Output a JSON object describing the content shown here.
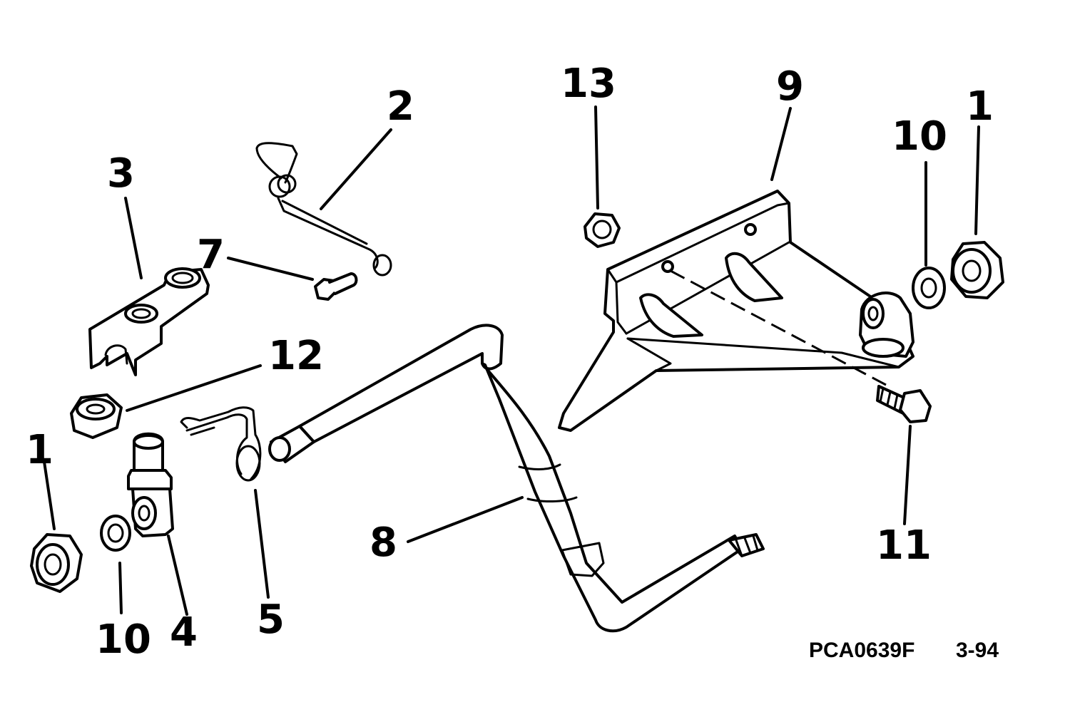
{
  "callouts": [
    {
      "id": "1a",
      "text": "1"
    },
    {
      "id": "1b",
      "text": "1"
    },
    {
      "id": "2",
      "text": "2"
    },
    {
      "id": "3",
      "text": "3"
    },
    {
      "id": "4",
      "text": "4"
    },
    {
      "id": "5",
      "text": "5"
    },
    {
      "id": "7",
      "text": "7"
    },
    {
      "id": "8",
      "text": "8"
    },
    {
      "id": "9",
      "text": "9"
    },
    {
      "id": "10a",
      "text": "10"
    },
    {
      "id": "10b",
      "text": "10"
    },
    {
      "id": "11",
      "text": "11"
    },
    {
      "id": "12",
      "text": "12"
    },
    {
      "id": "13",
      "text": "13"
    }
  ],
  "footer": {
    "part_code": "PCA0639F",
    "date_code": "3-94"
  }
}
